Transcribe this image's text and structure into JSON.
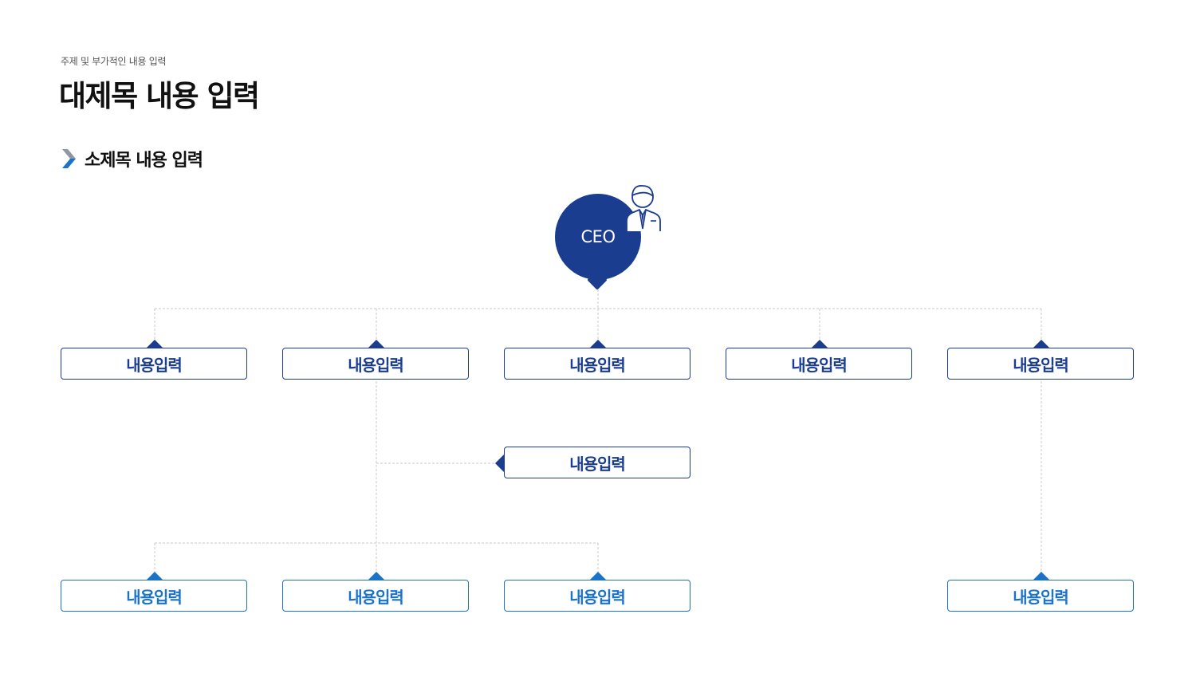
{
  "header": {
    "eyebrow": "주제 및 부가적인 내용 입력",
    "title": "대제목 내용 입력",
    "subtitle": "소제목 내용 입력"
  },
  "colors": {
    "navy": "#1b3d8f",
    "blue": "#1a72c9",
    "line": "#c8c8c8"
  },
  "icons": [
    "chevron-right-icon",
    "businessman-icon"
  ],
  "org_chart": {
    "root": "CEO",
    "level1": [
      "내용입력",
      "내용입력",
      "내용입력",
      "내용입력",
      "내용입력"
    ],
    "side_node": "내용입력",
    "level2_under_second": [
      "내용입력",
      "내용입력",
      "내용입력"
    ],
    "level2_under_fifth": "내용입력"
  }
}
